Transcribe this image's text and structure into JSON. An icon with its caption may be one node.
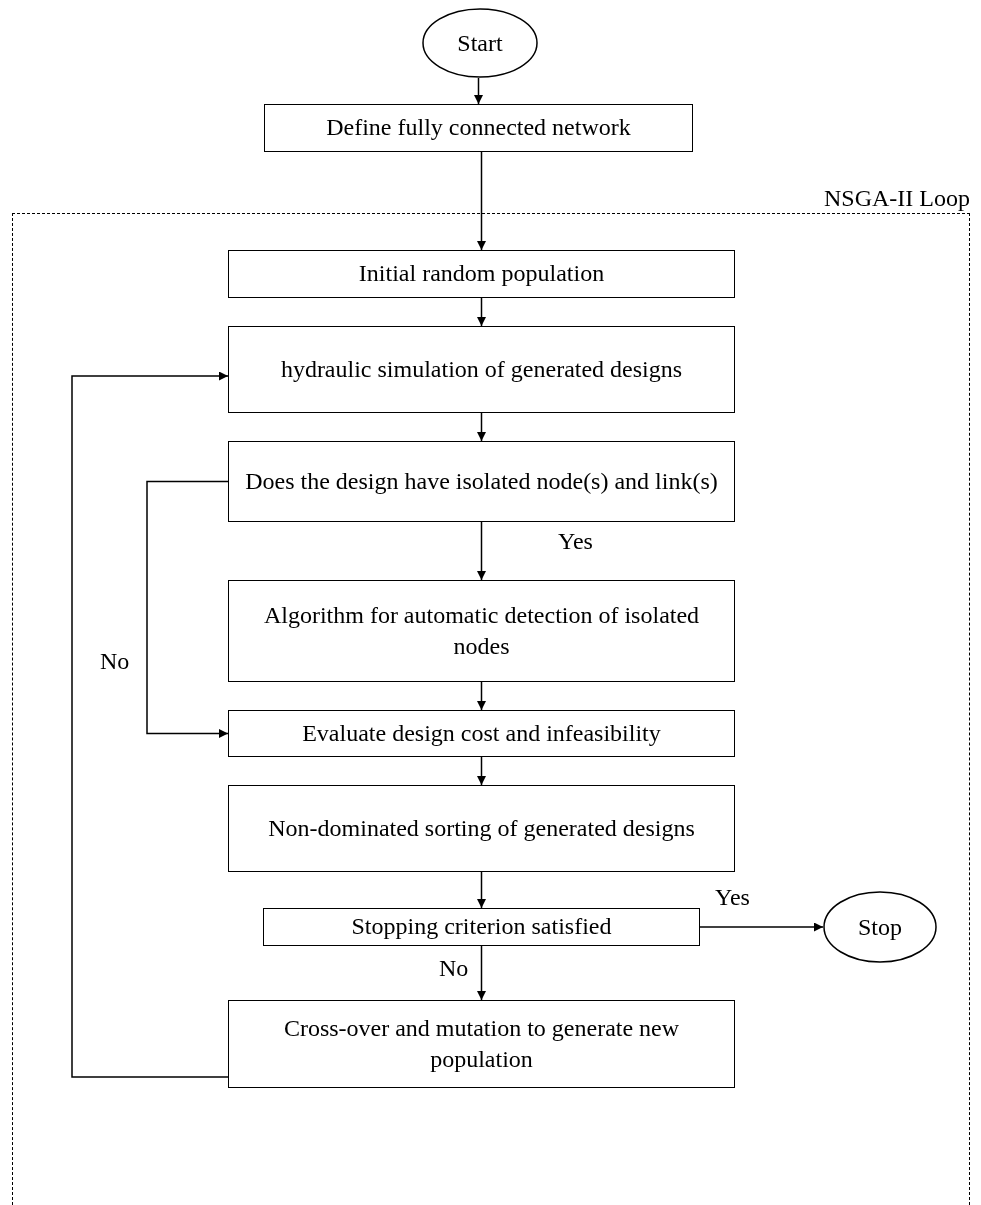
{
  "diagram": {
    "nodes": [
      {
        "text": [
          "Start"
        ]
      },
      {
        "text": [
          "Define fully connected network"
        ]
      },
      {
        "text": [
          "NSGA-II Loop"
        ]
      },
      {
        "text": [
          "Initial random population"
        ],
        "in": 2
      },
      {
        "text": [
          "hydraulic simulation of generated designs"
        ],
        "in": 2
      },
      {
        "text": [
          "Does the design have isolated node(s) and link(s)"
        ],
        "in": 2
      },
      {
        "text": [
          "Algorithm for automatic detection of isolated nodes"
        ],
        "in": 2
      },
      {
        "text": [
          "Evaluate design cost and infeasibility"
        ],
        "in": 2
      },
      {
        "text": [
          "Non-dominated sorting of generated designs"
        ],
        "in": 2
      },
      {
        "text": [
          "Stopping criterion satisfied"
        ],
        "in": 2
      },
      {
        "text": [
          "Stop"
        ],
        "in": 2
      },
      {
        "text": [
          "Cross-over and mutation to generate new population"
        ],
        "in": 2
      }
    ],
    "edges": [
      {
        "from": 0,
        "to": 1,
        "arrow": "to"
      },
      {
        "from": 1,
        "to": 3,
        "arrow": "to"
      },
      {
        "from": 3,
        "to": 4,
        "arrow": "to"
      },
      {
        "from": 4,
        "to": 5,
        "arrow": "to"
      },
      {
        "from": 5,
        "to": 6,
        "arrow": "to",
        "label": "Yes"
      },
      {
        "from": 5,
        "to": 7,
        "arrow": "to",
        "label": "No"
      },
      {
        "from": 6,
        "to": 7,
        "arrow": "to"
      },
      {
        "from": 7,
        "to": 8,
        "arrow": "to"
      },
      {
        "from": 8,
        "to": 9,
        "arrow": "to"
      },
      {
        "from": 9,
        "to": 10,
        "arrow": "to",
        "label": "Yes"
      },
      {
        "from": 9,
        "to": 11,
        "arrow": "to",
        "label": "No"
      },
      {
        "from": 11,
        "to": 4,
        "arrow": "to"
      }
    ]
  }
}
